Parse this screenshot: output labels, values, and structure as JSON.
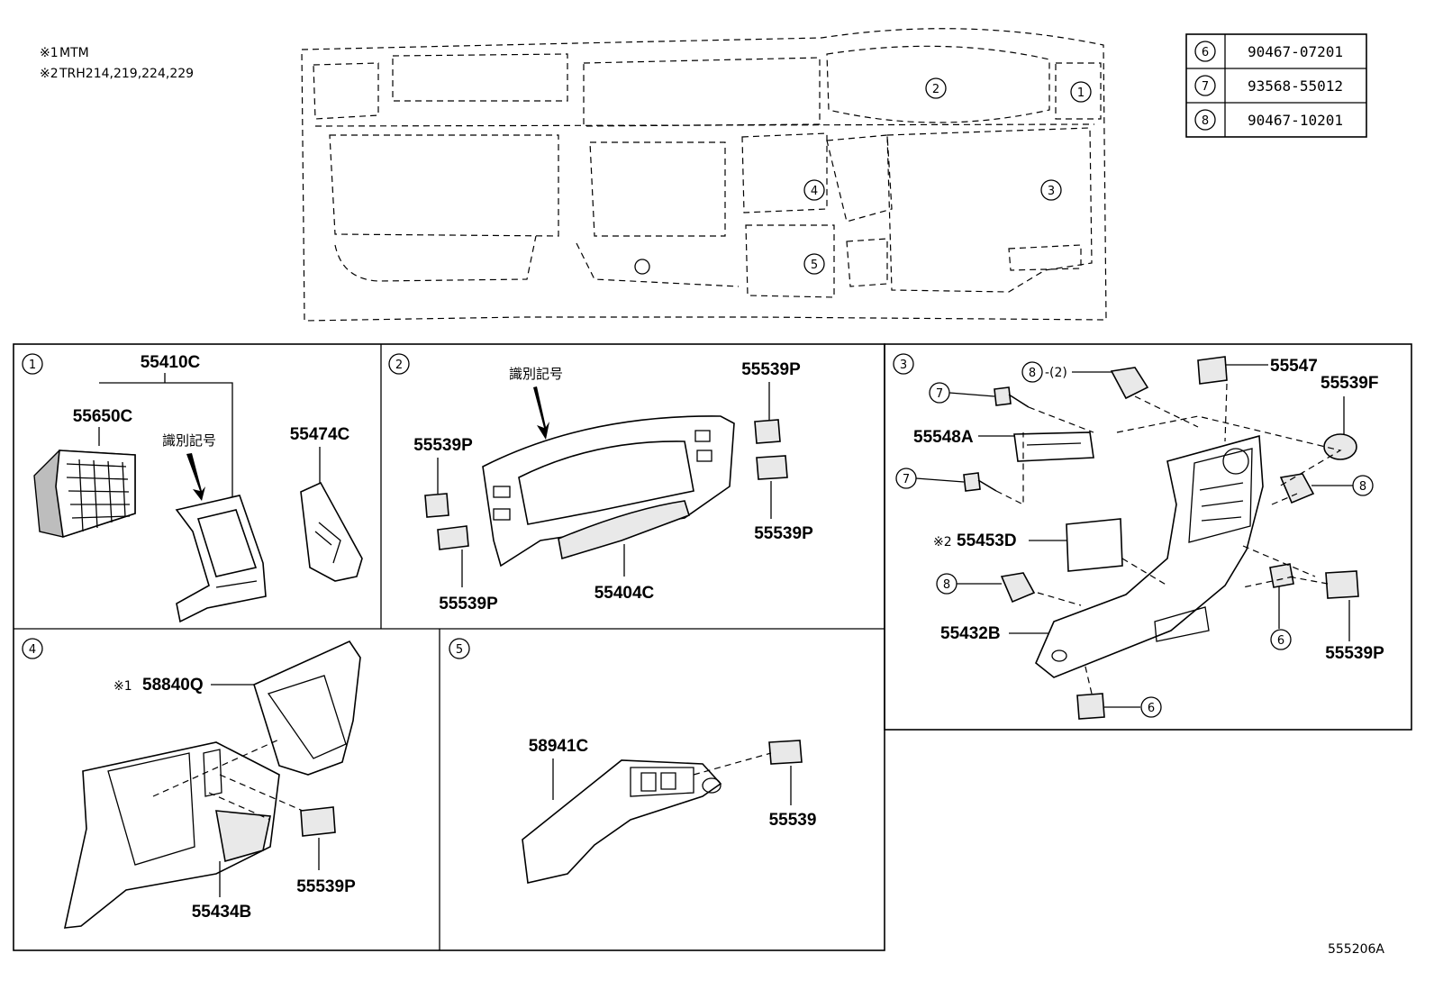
{
  "notes": [
    {
      "mark": "※1",
      "text": "MTM"
    },
    {
      "mark": "※2",
      "text": "TRH214,219,224,229"
    }
  ],
  "legend": [
    {
      "ref": "6",
      "part": "90467-07201"
    },
    {
      "ref": "7",
      "part": "93568-55012"
    },
    {
      "ref": "8",
      "part": "90467-10201"
    }
  ],
  "overview_refs": [
    "1",
    "2",
    "3",
    "4",
    "5"
  ],
  "panels": {
    "p1": {
      "ref": "1",
      "assembly": "55410C",
      "vent": "55650C",
      "id_mark": "識別記号",
      "bezel": "55474C"
    },
    "p2": {
      "ref": "2",
      "id_mark": "識別記号",
      "cluster": "55404C",
      "sw_top_right": "55539P",
      "sw_mid_right": "55539P",
      "sw_top_left": "55539P",
      "sw_bottom_left": "55539P"
    },
    "p3": {
      "ref": "3",
      "clip_top": "8",
      "clip_top_qty": "-(2)",
      "cover": "55547",
      "knob": "55539F",
      "screw_a": "7",
      "pocket": "55548A",
      "screw_b": "7",
      "note_mark": "※2",
      "box": "55453D",
      "clip_right": "8",
      "clip_left": "8",
      "panel": "55432B",
      "clip_6a": "6",
      "sw": "55539P",
      "clip_6b": "6"
    },
    "p4": {
      "ref": "4",
      "note_mark": "※1",
      "boot": "58840Q",
      "lower_panel": "55434B",
      "sw": "55539P"
    },
    "p5": {
      "ref": "5",
      "panel": "58941C",
      "sw": "55539"
    }
  },
  "figure_id": "555206A"
}
